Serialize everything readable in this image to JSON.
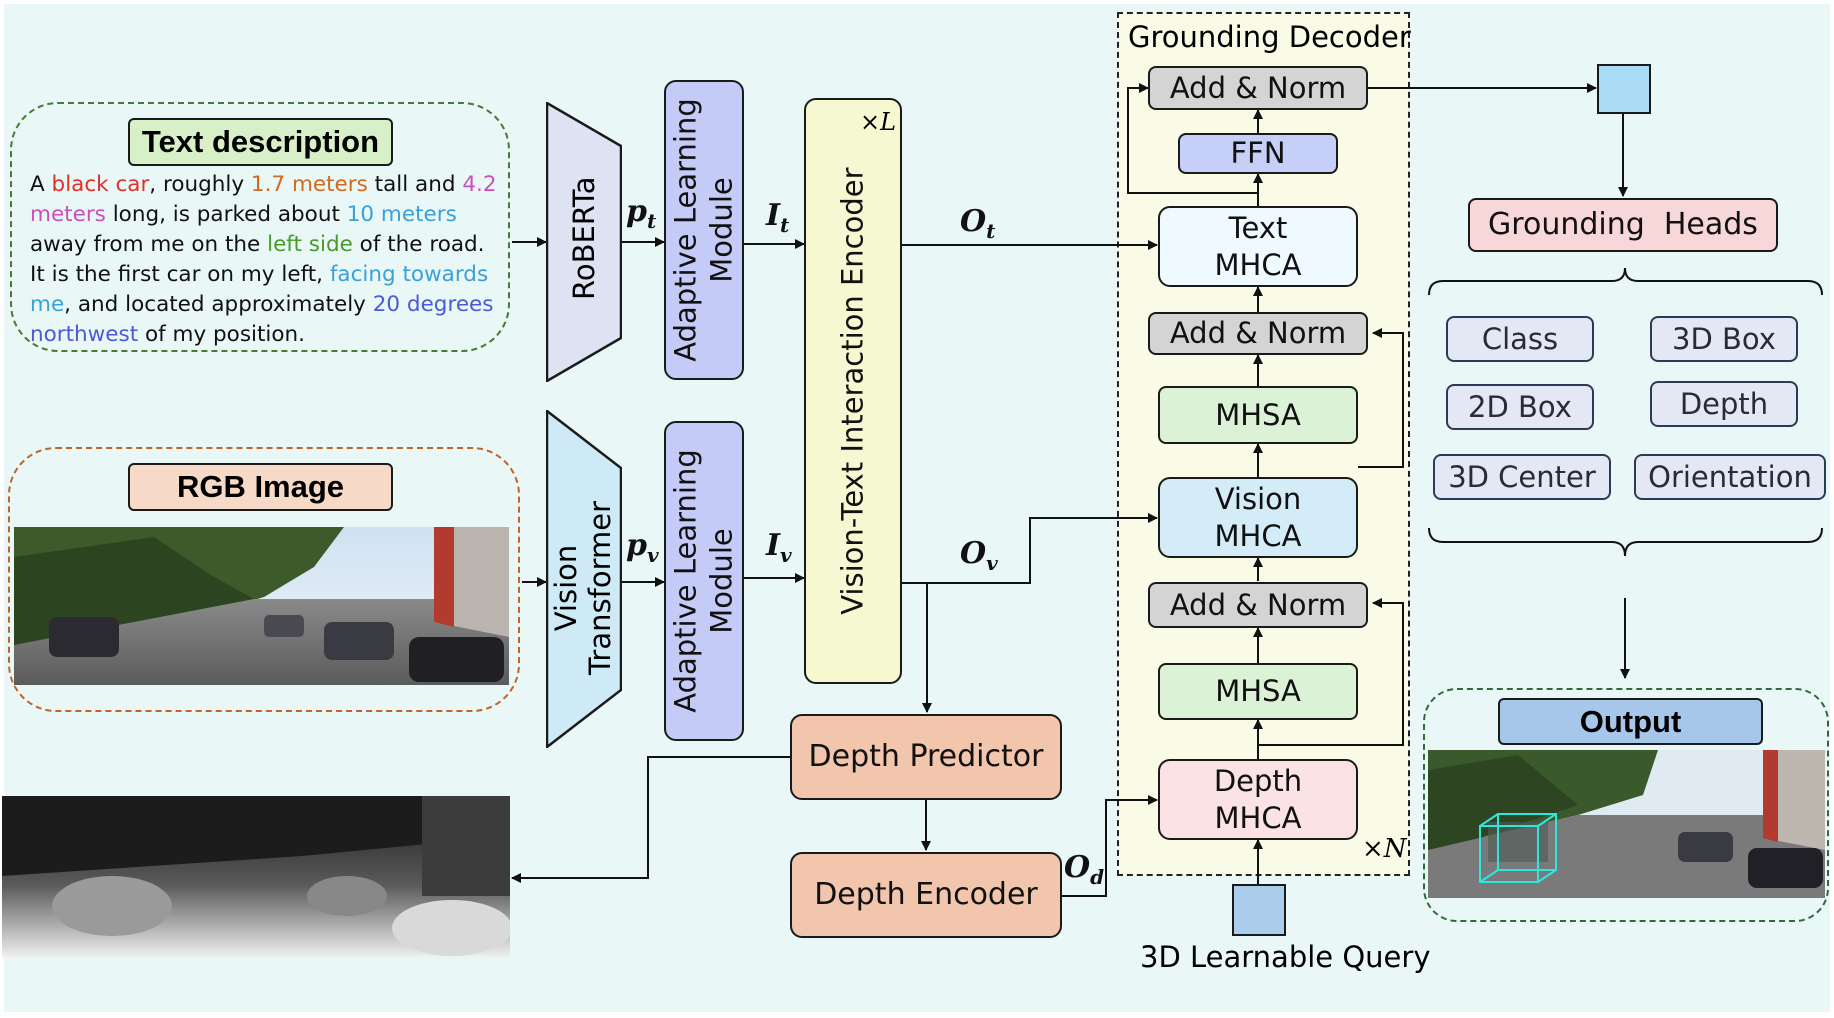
{
  "labels": {
    "text_description": "Text description",
    "rgb_image": "RGB Image",
    "roberta": "RoBERTa",
    "vision_transformer_line1": "Vision",
    "vision_transformer_line2": "Transformer",
    "adaptive_line1": "Adaptive Learning",
    "adaptive_line2": "Module",
    "vt_encoder": "Vision-Text Interaction Encoder",
    "times_l": "×L",
    "times_n": "×N",
    "grounding_decoder": "Grounding Decoder",
    "add_norm": "Add & Norm",
    "ffn": "FFN",
    "text_mhca_line1": "Text",
    "mhca": "MHCA",
    "mhsa": "MHSA",
    "vision_mhca_line1": "Vision",
    "depth_mhca_line1": "Depth",
    "depth_predictor": "Depth Predictor",
    "depth_encoder": "Depth Encoder",
    "learnable_query": "3D Learnable Query",
    "grounding_heads": "Grounding  Heads",
    "output": "Output"
  },
  "symbols": {
    "p_t": {
      "base": "p",
      "sub": "t"
    },
    "p_v": {
      "base": "p",
      "sub": "v"
    },
    "l_t": {
      "base": "I",
      "sub": "t"
    },
    "l_v": {
      "base": "I",
      "sub": "v"
    },
    "o_t": {
      "base": "O",
      "sub": "t"
    },
    "o_v": {
      "base": "O",
      "sub": "v"
    },
    "o_d": {
      "base": "O",
      "sub": "d"
    }
  },
  "heads": [
    "Class",
    "3D Box",
    "2D Box",
    "Depth",
    "3D Center",
    "Orientation"
  ],
  "description": [
    {
      "text": "A ",
      "color": "#111111"
    },
    {
      "text": "black car",
      "color": "#e0302a"
    },
    {
      "text": ", roughly ",
      "color": "#111111"
    },
    {
      "text": "1.7 meters",
      "color": "#d2691e"
    },
    {
      "text": " tall and ",
      "color": "#111111"
    },
    {
      "text": "4.2 meters",
      "color": "#c850c0"
    },
    {
      "text": " long, is parked about ",
      "color": "#111111"
    },
    {
      "text": "10 meters",
      "color": "#3aa0d8"
    },
    {
      "text": " away from me on the ",
      "color": "#111111"
    },
    {
      "text": "left side",
      "color": "#4a9a2a"
    },
    {
      "text": " of the road. It is the first car on my left, ",
      "color": "#111111"
    },
    {
      "text": "facing towards me",
      "color": "#3aa0d8"
    },
    {
      "text": ", and located approximately ",
      "color": "#111111"
    },
    {
      "text": "20 degrees northwest",
      "color": "#4a5ad8"
    },
    {
      "text": " of my position.",
      "color": "#111111"
    }
  ],
  "colors": {
    "canvas": "#e9f7f7",
    "text_group_border": "#4a7a32",
    "image_group_border": "#c0642a",
    "output_group_border": "#2f6a3a",
    "text_title_fill": "#d7f0c8",
    "rgb_title_fill": "#f6d9c6",
    "output_title_fill": "#a6c6ea",
    "roberta_fill": "#dde3f3",
    "vit_fill": "#cdeaf6",
    "adaptive_fill": "#c5cbf7",
    "vt_encoder_fill": "#f6f8d2",
    "decoder_fill": "#fafbe6",
    "add_norm_fill": "#d4d4d4",
    "ffn_fill": "#c5cff8",
    "text_mhca_fill": "#eefaff",
    "mhsa_fill": "#dcf2d6",
    "vision_mhca_fill": "#d3ecf8",
    "depth_mhca_fill": "#fbe3e5",
    "depth_box_fill": "#f1c6ad",
    "heads_fill": "#f8d7d9",
    "query_fill": "#a9cdea",
    "token_fill": "#a9dcf4"
  }
}
